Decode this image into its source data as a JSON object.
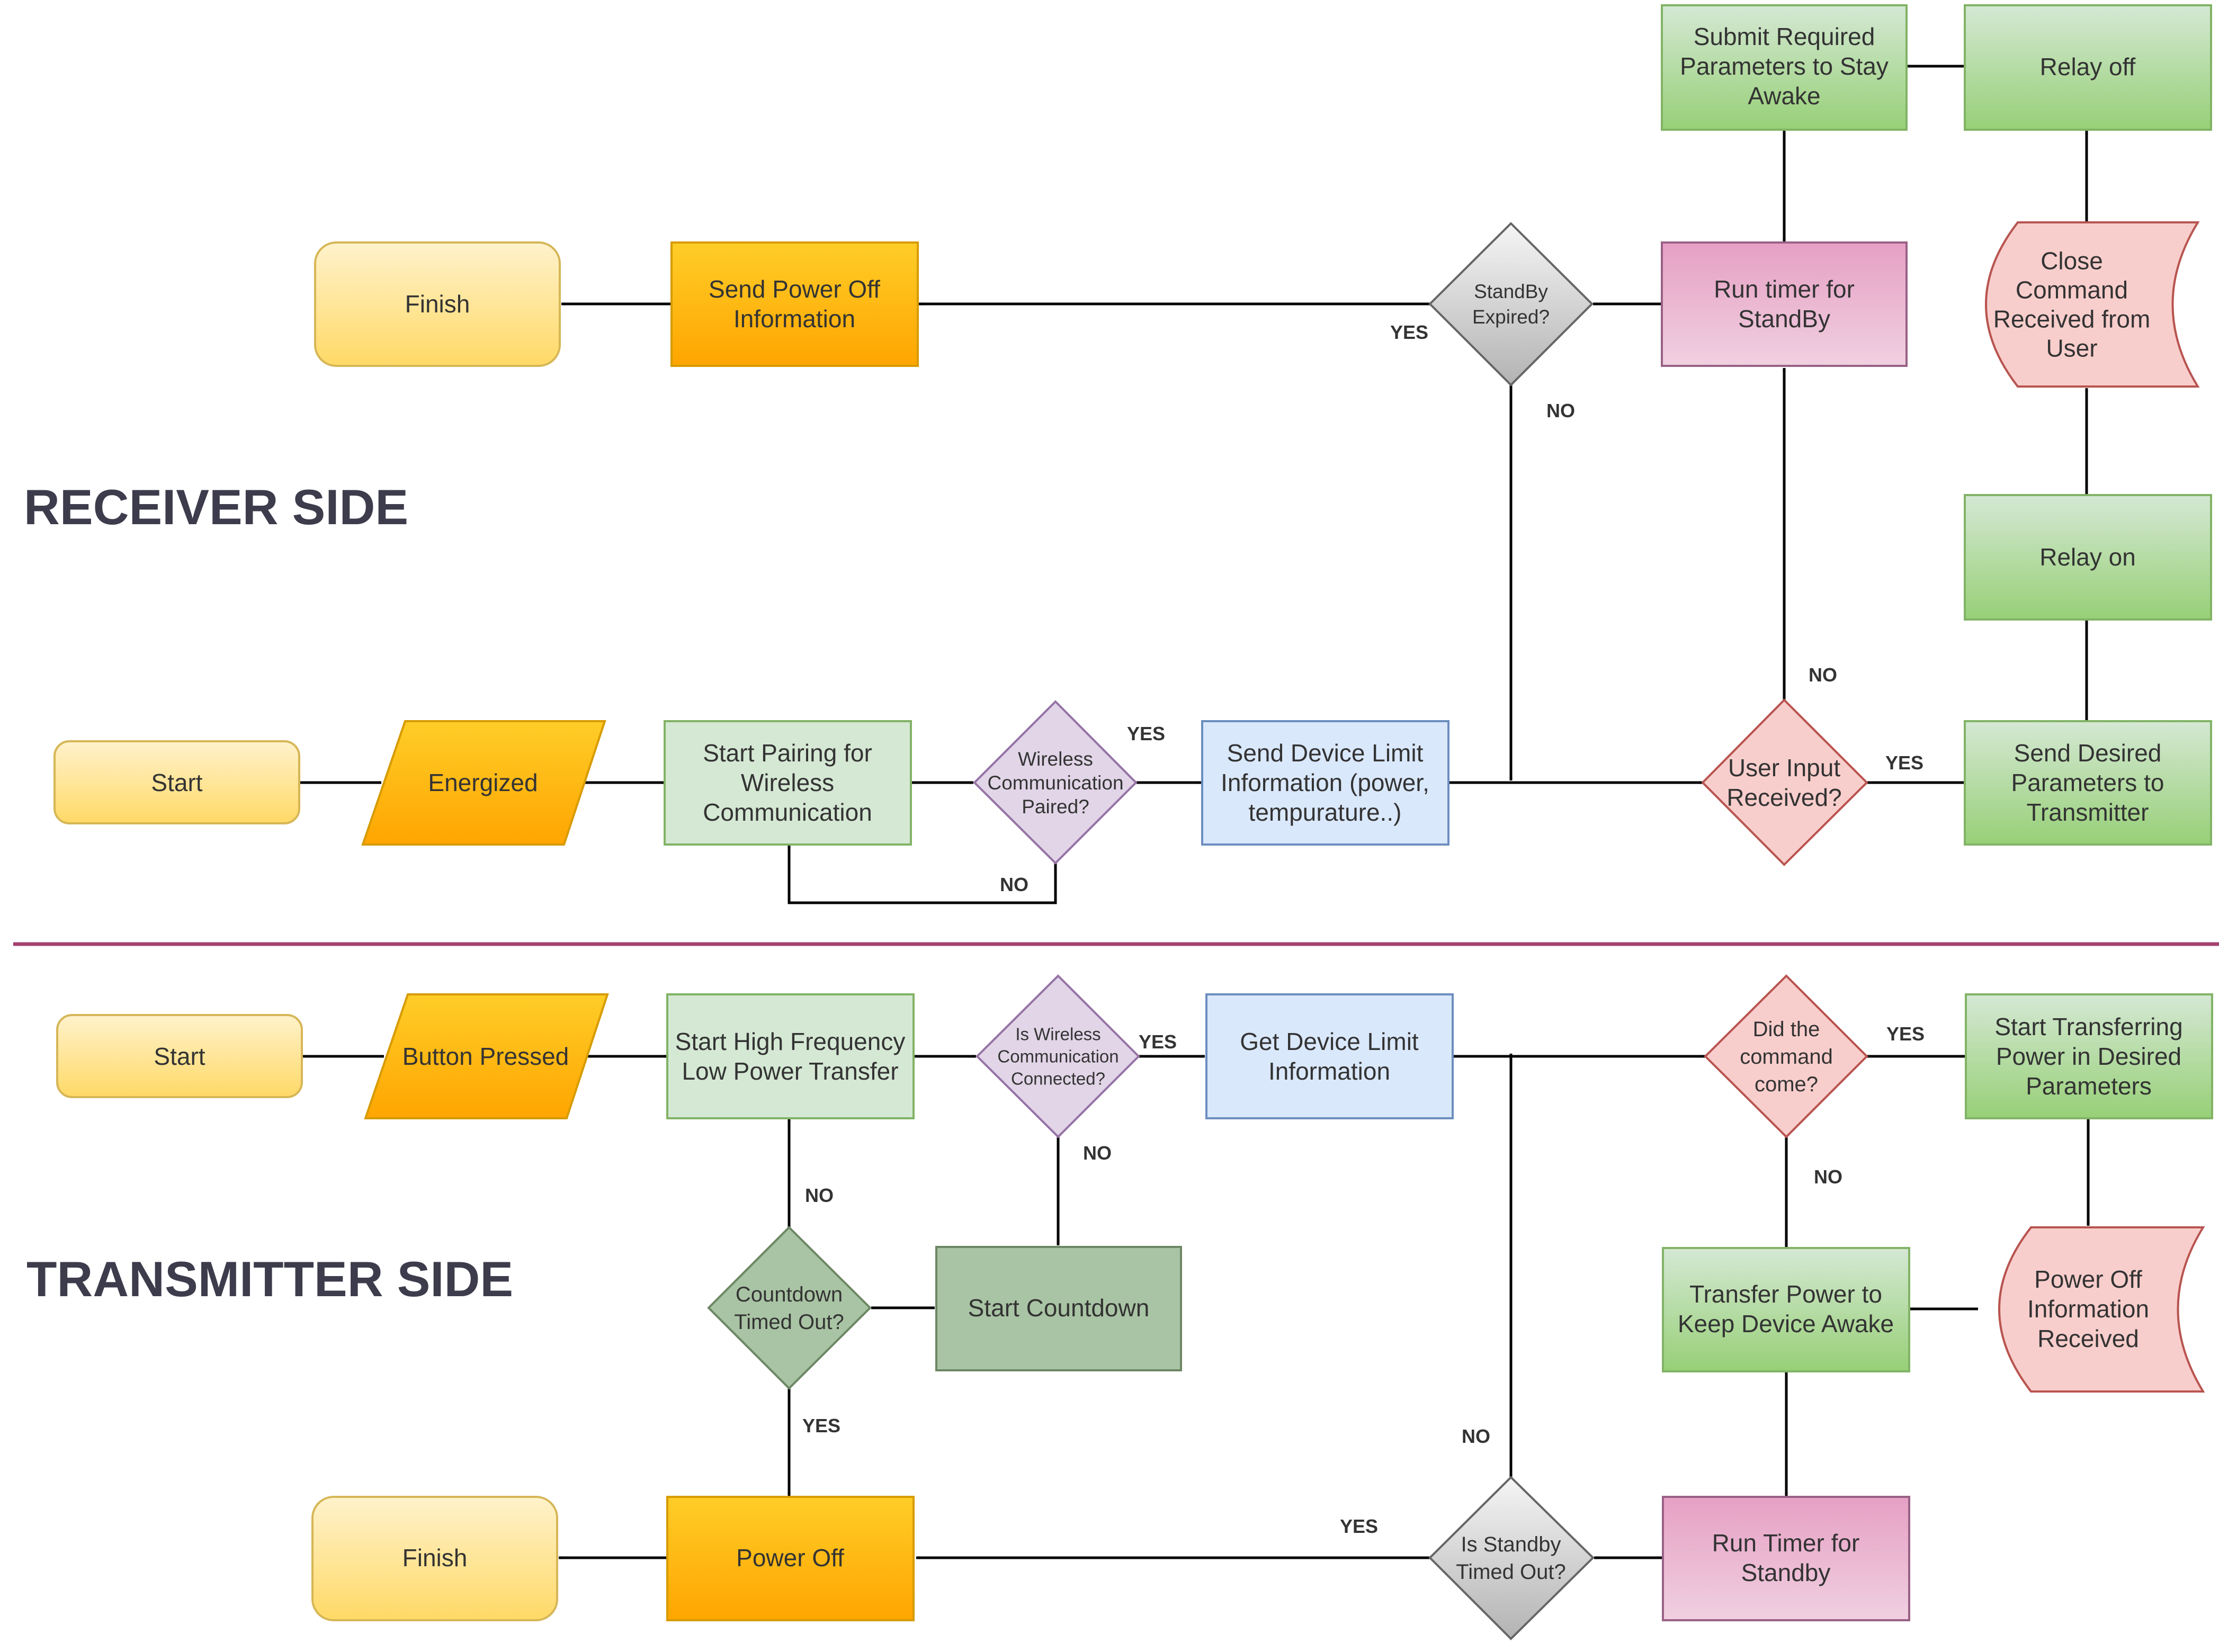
{
  "sections": {
    "receiver_title": "RECEIVER SIDE",
    "transmitter_title": "TRANSMITTER SIDE"
  },
  "colors": {
    "yellow": "#fde8a0",
    "orange": "#ffa31a",
    "light_green": "#d5e8d4",
    "green": "#8fd18a",
    "purple": "#e1d5e7",
    "light_blue": "#dae8fc",
    "pink": "#e693b7",
    "red_light": "#f8cecc",
    "gray": "#c8c8c8",
    "sage": "#a9c4a4",
    "divider": "#a3426f"
  },
  "receiver": {
    "start": "Start",
    "energized": "Energized",
    "start_pairing": [
      "Start Pairing for",
      "Wireless",
      "Communication"
    ],
    "paired": [
      "Wireless",
      "Communication",
      "Paired?"
    ],
    "send_limit": [
      "Send Device Limit",
      "Information (power,",
      "tempurature..)"
    ],
    "user_input": [
      "User Input",
      "Received?"
    ],
    "send_desired": [
      "Send Desired",
      "Parameters to",
      "Transmitter"
    ],
    "relay_on": "Relay on",
    "close_cmd": [
      "Close",
      "Command",
      "Received from",
      "User"
    ],
    "relay_off": "Relay off",
    "submit_params": [
      "Submit Required",
      "Parameters to Stay",
      "Awake"
    ],
    "run_timer": [
      "Run timer for",
      "StandBy"
    ],
    "standby_expired": [
      "StandBy",
      "Expired?"
    ],
    "send_power_off": [
      "Send Power Off",
      "Information"
    ],
    "finish": "Finish"
  },
  "transmitter": {
    "start": "Start",
    "button_pressed": "Button Pressed",
    "start_hf": [
      "Start High Frequency",
      "Low Power Transfer"
    ],
    "connected": [
      "Is Wireless",
      "Communication",
      "Connected?"
    ],
    "get_limit": [
      "Get Device Limit",
      "Information"
    ],
    "did_command": [
      "Did the",
      "command",
      "come?"
    ],
    "start_transferring": [
      "Start Transferring",
      "Power in Desired",
      "Parameters"
    ],
    "power_off_info": [
      "Power Off",
      "Information",
      "Received"
    ],
    "keep_awake": [
      "Transfer Power to",
      "Keep Device Awake"
    ],
    "run_timer": [
      "Run Timer for",
      "Standby"
    ],
    "standby_timed_out": [
      "Is Standby",
      "Timed Out?"
    ],
    "power_off": "Power Off",
    "finish": "Finish",
    "start_countdown": "Start Countdown",
    "countdown_timed_out": [
      "Countdown",
      "Timed Out?"
    ]
  },
  "edge_labels": {
    "yes": "YES",
    "no": "NO"
  }
}
